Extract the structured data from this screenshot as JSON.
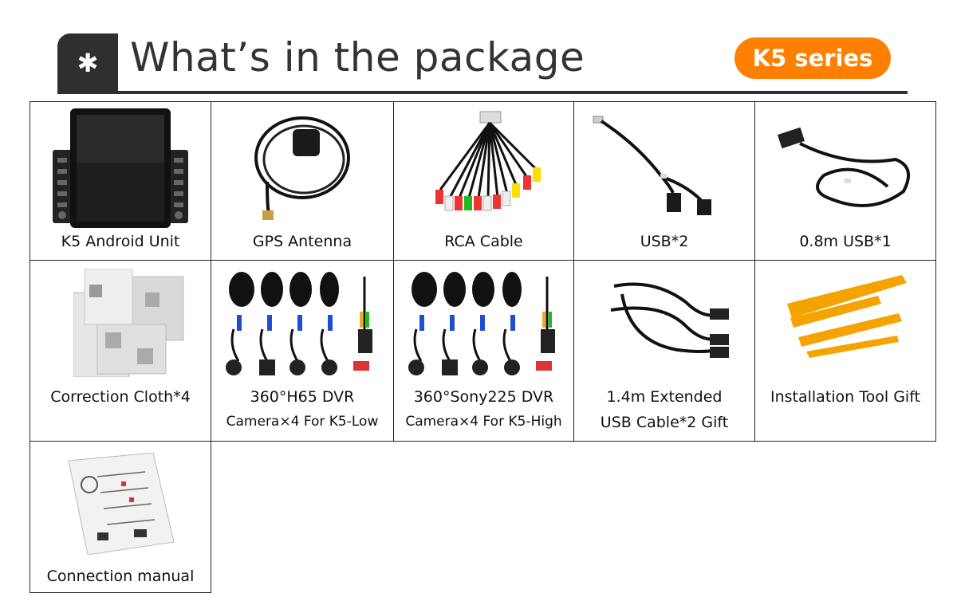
{
  "header": {
    "badge_icon": "asterisk-icon",
    "title": "What’s in the package",
    "series_label": "K5 series",
    "accent_color": "#ff7f00",
    "badge_color": "#2f2f2f"
  },
  "items": [
    {
      "caption": "K5 Android Unit",
      "icon": "android-head-unit-icon"
    },
    {
      "caption": "GPS Antenna",
      "icon": "gps-antenna-icon"
    },
    {
      "caption": "RCA Cable",
      "icon": "rca-cable-icon"
    },
    {
      "caption": "USB*2",
      "icon": "usb-cable-icon"
    },
    {
      "caption": "0.8m USB*1",
      "icon": "usb-cable-icon"
    },
    {
      "caption": "Correction Cloth*4",
      "icon": "cloth-icon"
    },
    {
      "caption": "360°H65 DVR",
      "caption2": "Camera×4 For K5-Low",
      "icon": "camera-kit-icon"
    },
    {
      "caption": "360°Sony225 DVR",
      "caption2": "Camera×4 For K5-High",
      "icon": "camera-kit-icon"
    },
    {
      "caption": "1.4m Extended",
      "caption2": "USB Cable*2 Gift",
      "icon": "usb-extension-icon"
    },
    {
      "caption": "Installation Tool Gift",
      "icon": "pry-tool-icon"
    },
    {
      "caption": "Connection manual",
      "icon": "manual-icon"
    }
  ]
}
